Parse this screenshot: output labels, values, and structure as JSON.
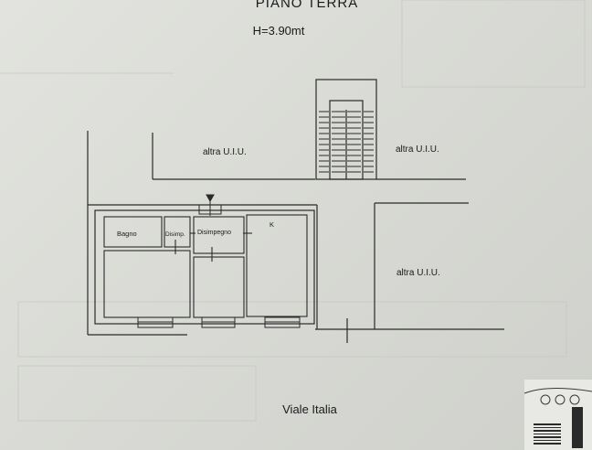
{
  "plan": {
    "floor_title": "PIANO TERRA",
    "height_label": "H=3.90mt",
    "street_label": "Viale Italia",
    "rooms": {
      "bagno": "Bagno",
      "disimp_small": "Disimp.",
      "disimpegno": "Disimpegno",
      "kitchen": "K"
    },
    "neighbors": {
      "upper_left": "altra U.I.U.",
      "upper_right": "altra U.I.U.",
      "right": "altra U.I.U."
    }
  },
  "colors": {
    "line": "#2a2a2a",
    "paper": "#dcddd8"
  }
}
